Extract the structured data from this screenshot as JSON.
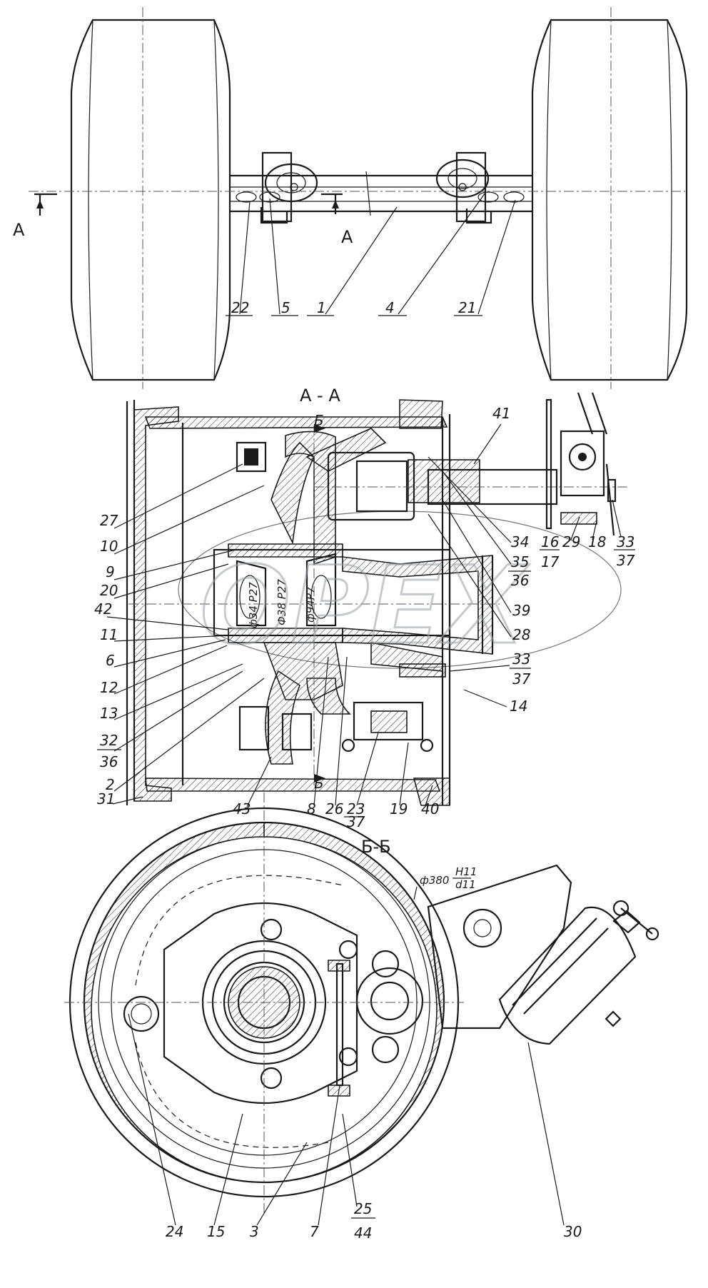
{
  "views": {
    "top": {
      "section_marker": "А",
      "section_marker_right": "А"
    },
    "section_aa": {
      "title": "А - А",
      "cut_mark": "Б",
      "cut_mark_low": "Б"
    },
    "section_bb": {
      "title": "Б-Б"
    }
  },
  "dimensions": {
    "bearing_1": "ф34 Р27",
    "bearing_2": "Ф38 Р27",
    "bearing_3": "ф94Р7",
    "bore_top": "ф380",
    "bore_tol_top": "H11",
    "bore_tol_bottom": "d11"
  },
  "watermark": "OPEX",
  "callouts": {
    "c22": "22",
    "c5": "5",
    "c1": "1",
    "c4": "4",
    "c21": "21",
    "c41": "41",
    "c27": "27",
    "c10": "10",
    "c9": "9",
    "c20": "20",
    "c42": "42",
    "c11": "11",
    "c6": "6",
    "c12": "12",
    "c13": "13",
    "c32": "32",
    "c36a": "36",
    "c2": "2",
    "c31": "31",
    "c43": "43",
    "c8": "8",
    "c26": "26",
    "c23": "23",
    "c37a": "37",
    "c19": "19",
    "c40": "40",
    "c14": "14",
    "c33a": "33",
    "c37b": "37",
    "c28": "28",
    "c39": "39",
    "c34": "34",
    "c35": "35",
    "c36b": "36",
    "c16": "16",
    "c17": "17",
    "c29": "29",
    "c18": "18",
    "c33b": "33",
    "c37c": "37",
    "c24": "24",
    "c15": "15",
    "c3": "3",
    "c7": "7",
    "c25": "25",
    "c44": "44",
    "c30": "30"
  }
}
